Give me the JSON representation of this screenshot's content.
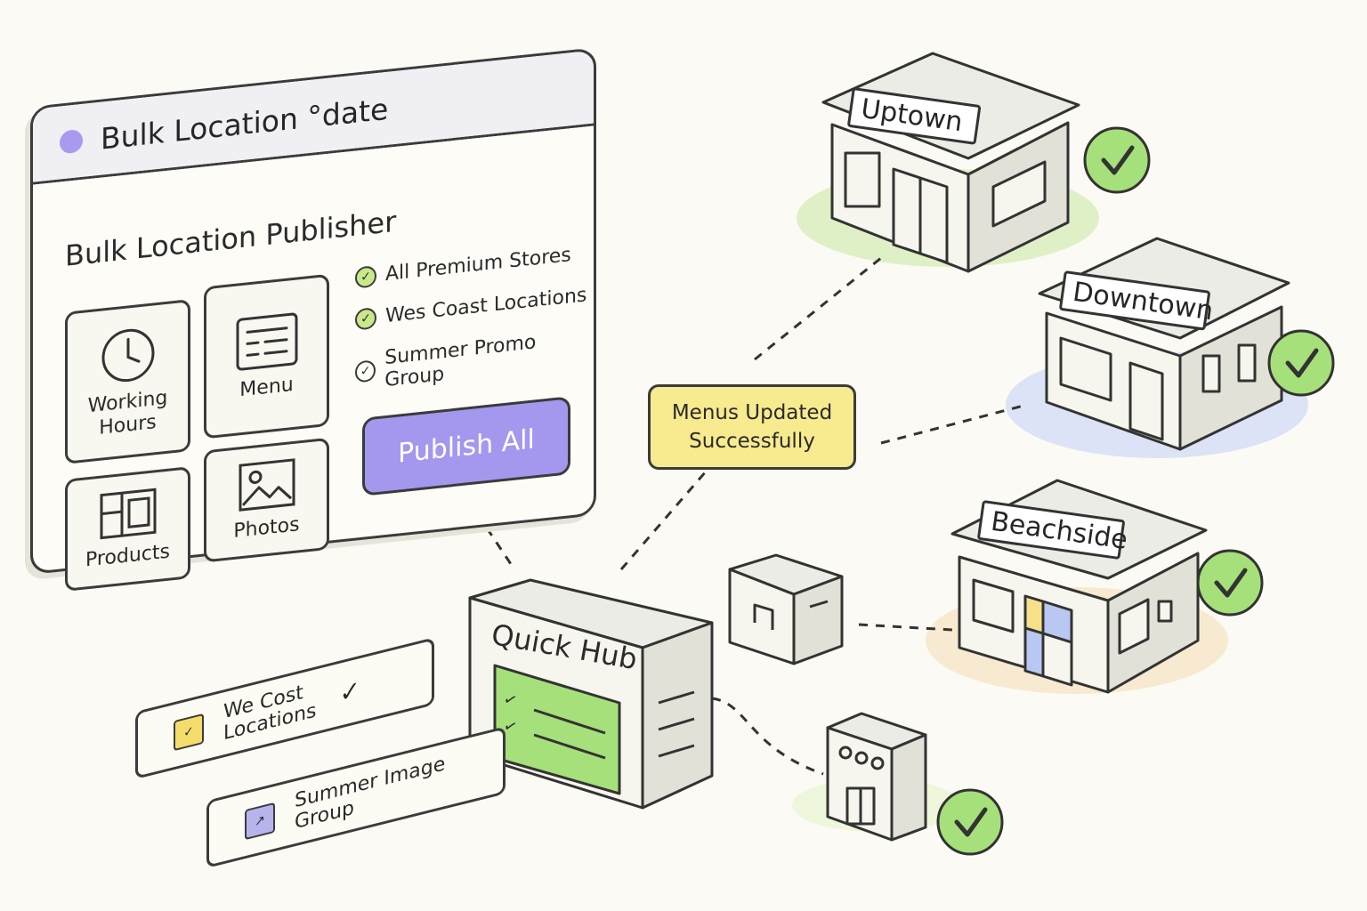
{
  "window": {
    "title": "Bulk Location °date"
  },
  "publisher": {
    "heading": "Bulk Location Publisher",
    "tiles": [
      {
        "label": "Working\nHours",
        "icon": "clock-icon"
      },
      {
        "label": "Menu",
        "icon": "menu-card-icon"
      },
      {
        "label": "Products",
        "icon": "products-grid-icon"
      },
      {
        "label": "Photos",
        "icon": "image-icon"
      }
    ],
    "groups": [
      {
        "label": "All Premium Stores",
        "checked": true
      },
      {
        "label": "Wes Coast Locations",
        "checked": true
      },
      {
        "label": "Summer Promo Group",
        "checked": false
      }
    ],
    "publish_label": "Publish All"
  },
  "toast": {
    "line1": "Menus Updated",
    "line2": "Successfully"
  },
  "hub": {
    "label": "Quick Hub"
  },
  "tags": [
    {
      "label1": "We Cost",
      "label2": "Locations",
      "icon": "checkbox-icon"
    },
    {
      "label1": "Summer Image",
      "label2": "Group",
      "icon": "image-group-icon"
    }
  ],
  "stores": [
    {
      "name": "Uptown",
      "status": "success"
    },
    {
      "name": "Downtown",
      "status": "success"
    },
    {
      "name": "Beachside",
      "status": "success"
    }
  ],
  "colors": {
    "accent": "#a497ee",
    "success": "#a6e07a",
    "toast": "#f7ea8f",
    "uptown_glow": "#dff0c6",
    "downtown_glow": "#dde3f6",
    "beachside_glow": "#f8ead0"
  }
}
